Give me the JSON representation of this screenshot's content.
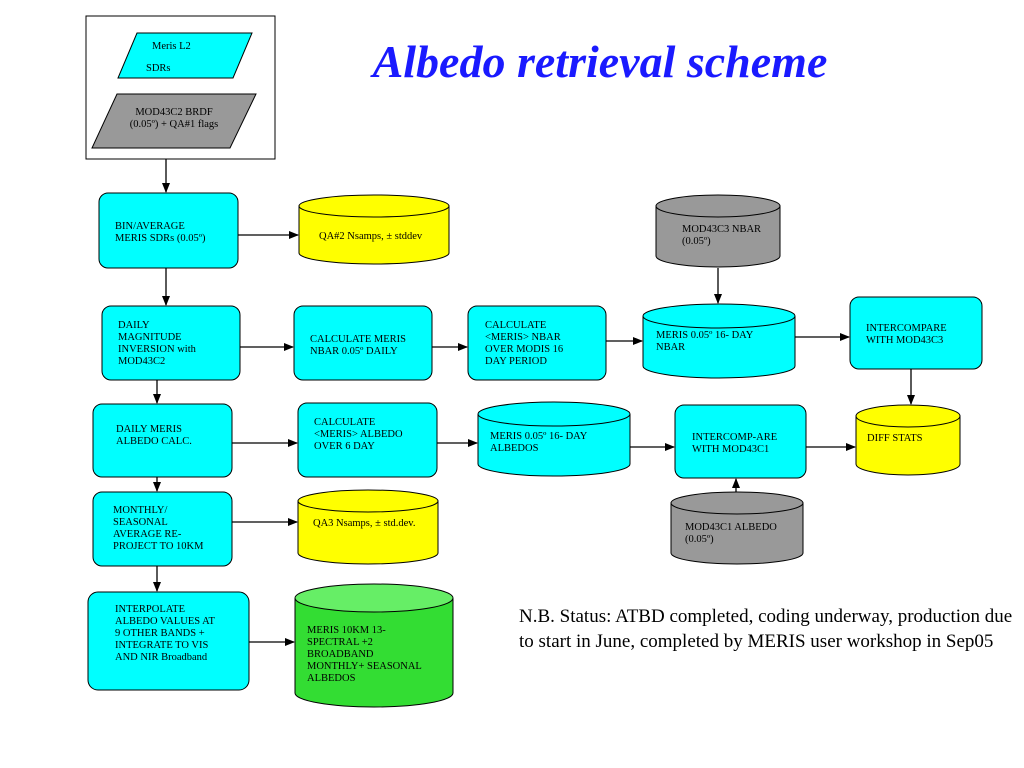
{
  "title": "Albedo retrieval scheme",
  "note": "N.B. Status: ATBD completed, coding underway, production due to start in June, completed by MERIS user workshop in Sep05",
  "colors": {
    "cyan": "#00ffff",
    "yellow": "#ffff00",
    "gray": "#999999",
    "green": "#33dd33",
    "title": "#1a1aff"
  },
  "inputs": {
    "meris_l2_line1": "Meris L2",
    "meris_l2_line2": "SDRs",
    "mod43c2": "MOD43C2 BRDF\n(0.05º) + QA#1 flags"
  },
  "process": {
    "bin_average": "BIN/AVERAGE\nMERIS SDRs (0.05º)",
    "daily_inversion": "DAILY\nMAGNITUDE\nINVERSION with\nMOD43C2",
    "calc_nbar_daily": "CALCULATE MERIS\nNBAR 0.05º DAILY",
    "calc_nbar_16day": "CALCULATE\n<MERIS> NBAR\nOVER MODIS 16\nDAY PERIOD",
    "intercompare_c3": "INTERCOMPARE\nWITH MOD43C3",
    "daily_albedo": "DAILY MERIS\nALBEDO CALC.",
    "calc_albedo_6day": "CALCULATE\n<MERIS> ALBEDO\nOVER 6 DAY",
    "intercomp_c1": "INTERCOMP-ARE\nWITH MOD43C1",
    "monthly_seasonal": "MONTHLY/\nSEASONAL\nAVERAGE RE-\nPROJECT TO 10KM",
    "interpolate": "INTERPOLATE\nALBEDO VALUES AT\n9 OTHER BANDS +\nINTEGRATE TO VIS\nAND NIR Broadband"
  },
  "data_stores": {
    "qa2": "QA#2 Nsamps, ± stddev",
    "mod43c3_nbar": "MOD43C3 NBAR\n(0.05º)",
    "meris_16day_nbar": "MERIS 0.05º  16- DAY\nNBAR",
    "meris_16day_albedos": "MERIS 0.05º 16- DAY\nALBEDOS",
    "diff_stats": "DIFF STATS",
    "qa3": "QA3 Nsamps, ± std.dev.",
    "mod43c1_albedo": "MOD43C1 ALBEDO\n(0.05º)",
    "meris_10km": "MERIS 10KM 13-\nSPECTRAL +2\nBROADBAND\nMONTHLY+ SEASONAL\nALBEDOS"
  }
}
